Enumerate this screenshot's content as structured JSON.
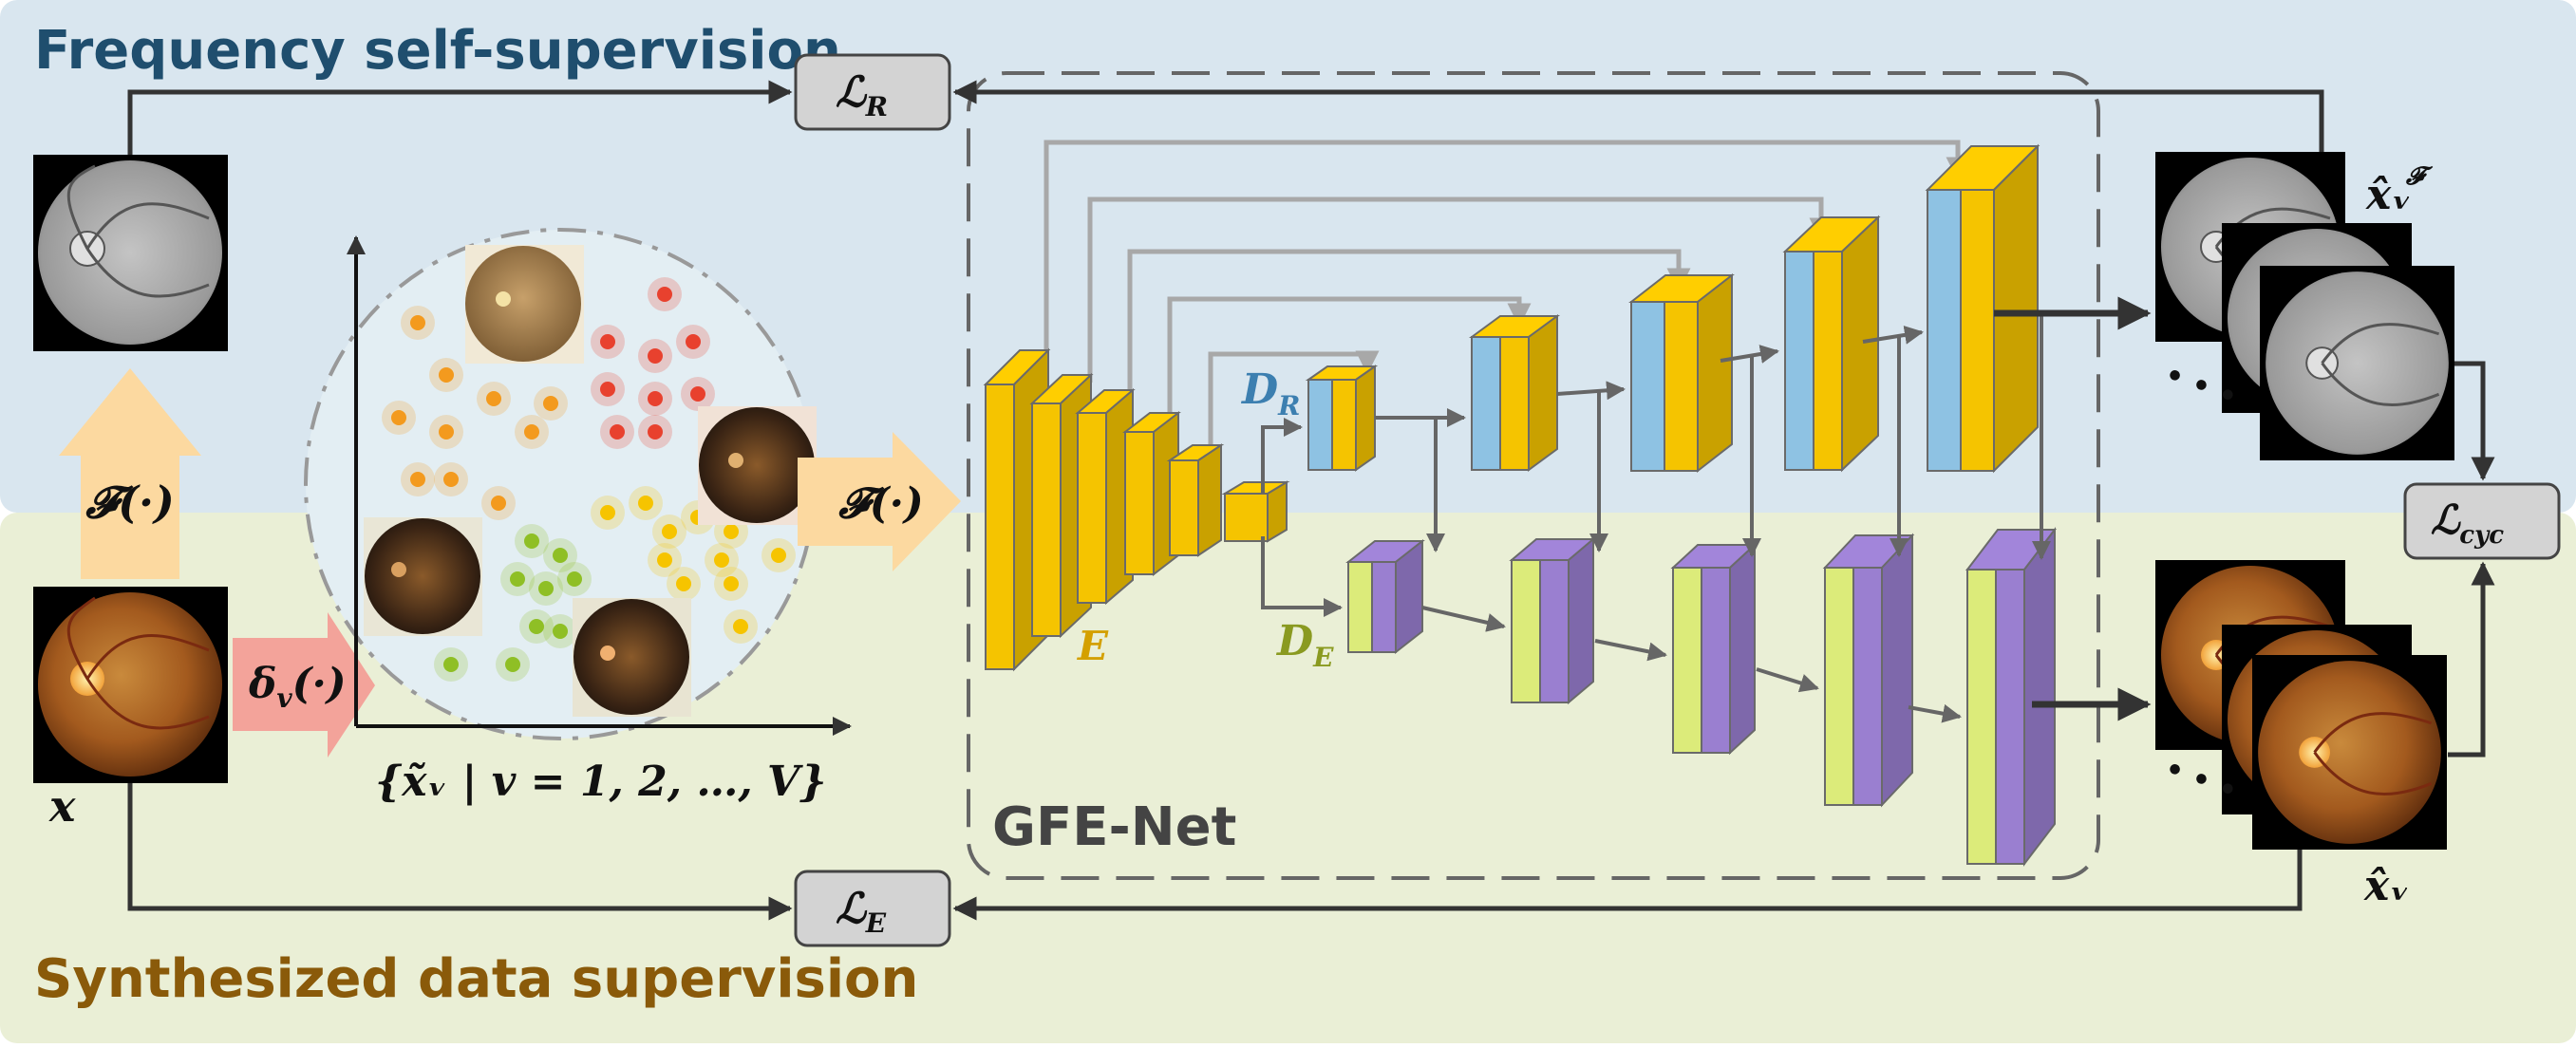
{
  "panels": {
    "top_title": "Frequency self-supervision",
    "bottom_title": "Synthesized data supervision"
  },
  "network": {
    "name": "GFE-Net",
    "encoder_label": "E",
    "decoder_r_label": "D",
    "decoder_r_sub": "R",
    "decoder_e_label": "D",
    "decoder_e_sub": "E"
  },
  "losses": {
    "recon": {
      "symbol": "ℒ",
      "sub": "R"
    },
    "enhance": {
      "symbol": "ℒ",
      "sub": "E"
    },
    "cycle": {
      "symbol": "ℒ",
      "sub": "cyc"
    }
  },
  "operators": {
    "fourier": "𝓕(·)",
    "fourier_input": "𝓕(·)",
    "degrade": "δ",
    "degrade_sub": "v",
    "degrade_arg": "(·)"
  },
  "inputs": {
    "x_label": "x",
    "set_label": "{x̃ᵥ | v = 1, 2, …, V}"
  },
  "outputs": {
    "freq_label": "x̂ᵥ",
    "freq_sup": "𝓕",
    "enh_label": "x̂ᵥ",
    "ellipsis": "• • •"
  },
  "colors": {
    "top_bg": "#d9e6ef",
    "bottom_bg": "#eaefd6",
    "top_title": "#1f4e6e",
    "bottom_title": "#8a5a0a",
    "encoder": "#f5c400",
    "decoder_r": "#8ec2e3",
    "decoder_e_light": "#dceb7a",
    "decoder_e_dark": "#9a7fd0",
    "loss_box": "#d3d3d3",
    "arrow_fourier": "#fcd9a0",
    "arrow_degrade": "#f3a39a"
  }
}
